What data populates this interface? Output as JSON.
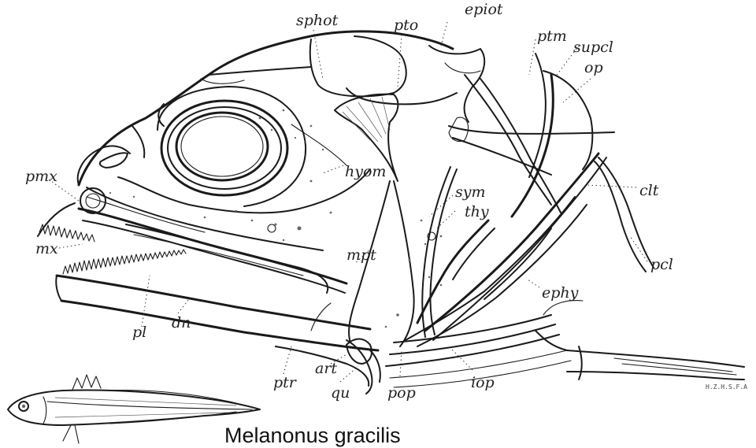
{
  "figure": {
    "caption": "Melanonus gracilis",
    "signature": "H.Z.H.S.F.A"
  },
  "labels": [
    {
      "id": "sphot",
      "text": "sphot"
    },
    {
      "id": "pto",
      "text": "pto"
    },
    {
      "id": "epiot",
      "text": "epiot"
    },
    {
      "id": "ptm",
      "text": "ptm"
    },
    {
      "id": "supcl",
      "text": "supcl"
    },
    {
      "id": "op",
      "text": "op"
    },
    {
      "id": "hyom",
      "text": "hyom"
    },
    {
      "id": "clt",
      "text": "clt"
    },
    {
      "id": "pmx",
      "text": "pmx"
    },
    {
      "id": "sym",
      "text": "sym"
    },
    {
      "id": "thy",
      "text": "thy"
    },
    {
      "id": "mx",
      "text": "mx"
    },
    {
      "id": "mpt",
      "text": "mpt"
    },
    {
      "id": "pcl",
      "text": "pcl"
    },
    {
      "id": "ephy",
      "text": "ephy"
    },
    {
      "id": "pl",
      "text": "pl"
    },
    {
      "id": "dn",
      "text": "dn"
    },
    {
      "id": "art",
      "text": "art"
    },
    {
      "id": "ptr",
      "text": "ptr"
    },
    {
      "id": "qu",
      "text": "qu"
    },
    {
      "id": "pop",
      "text": "pop"
    },
    {
      "id": "iop",
      "text": "iop"
    }
  ]
}
